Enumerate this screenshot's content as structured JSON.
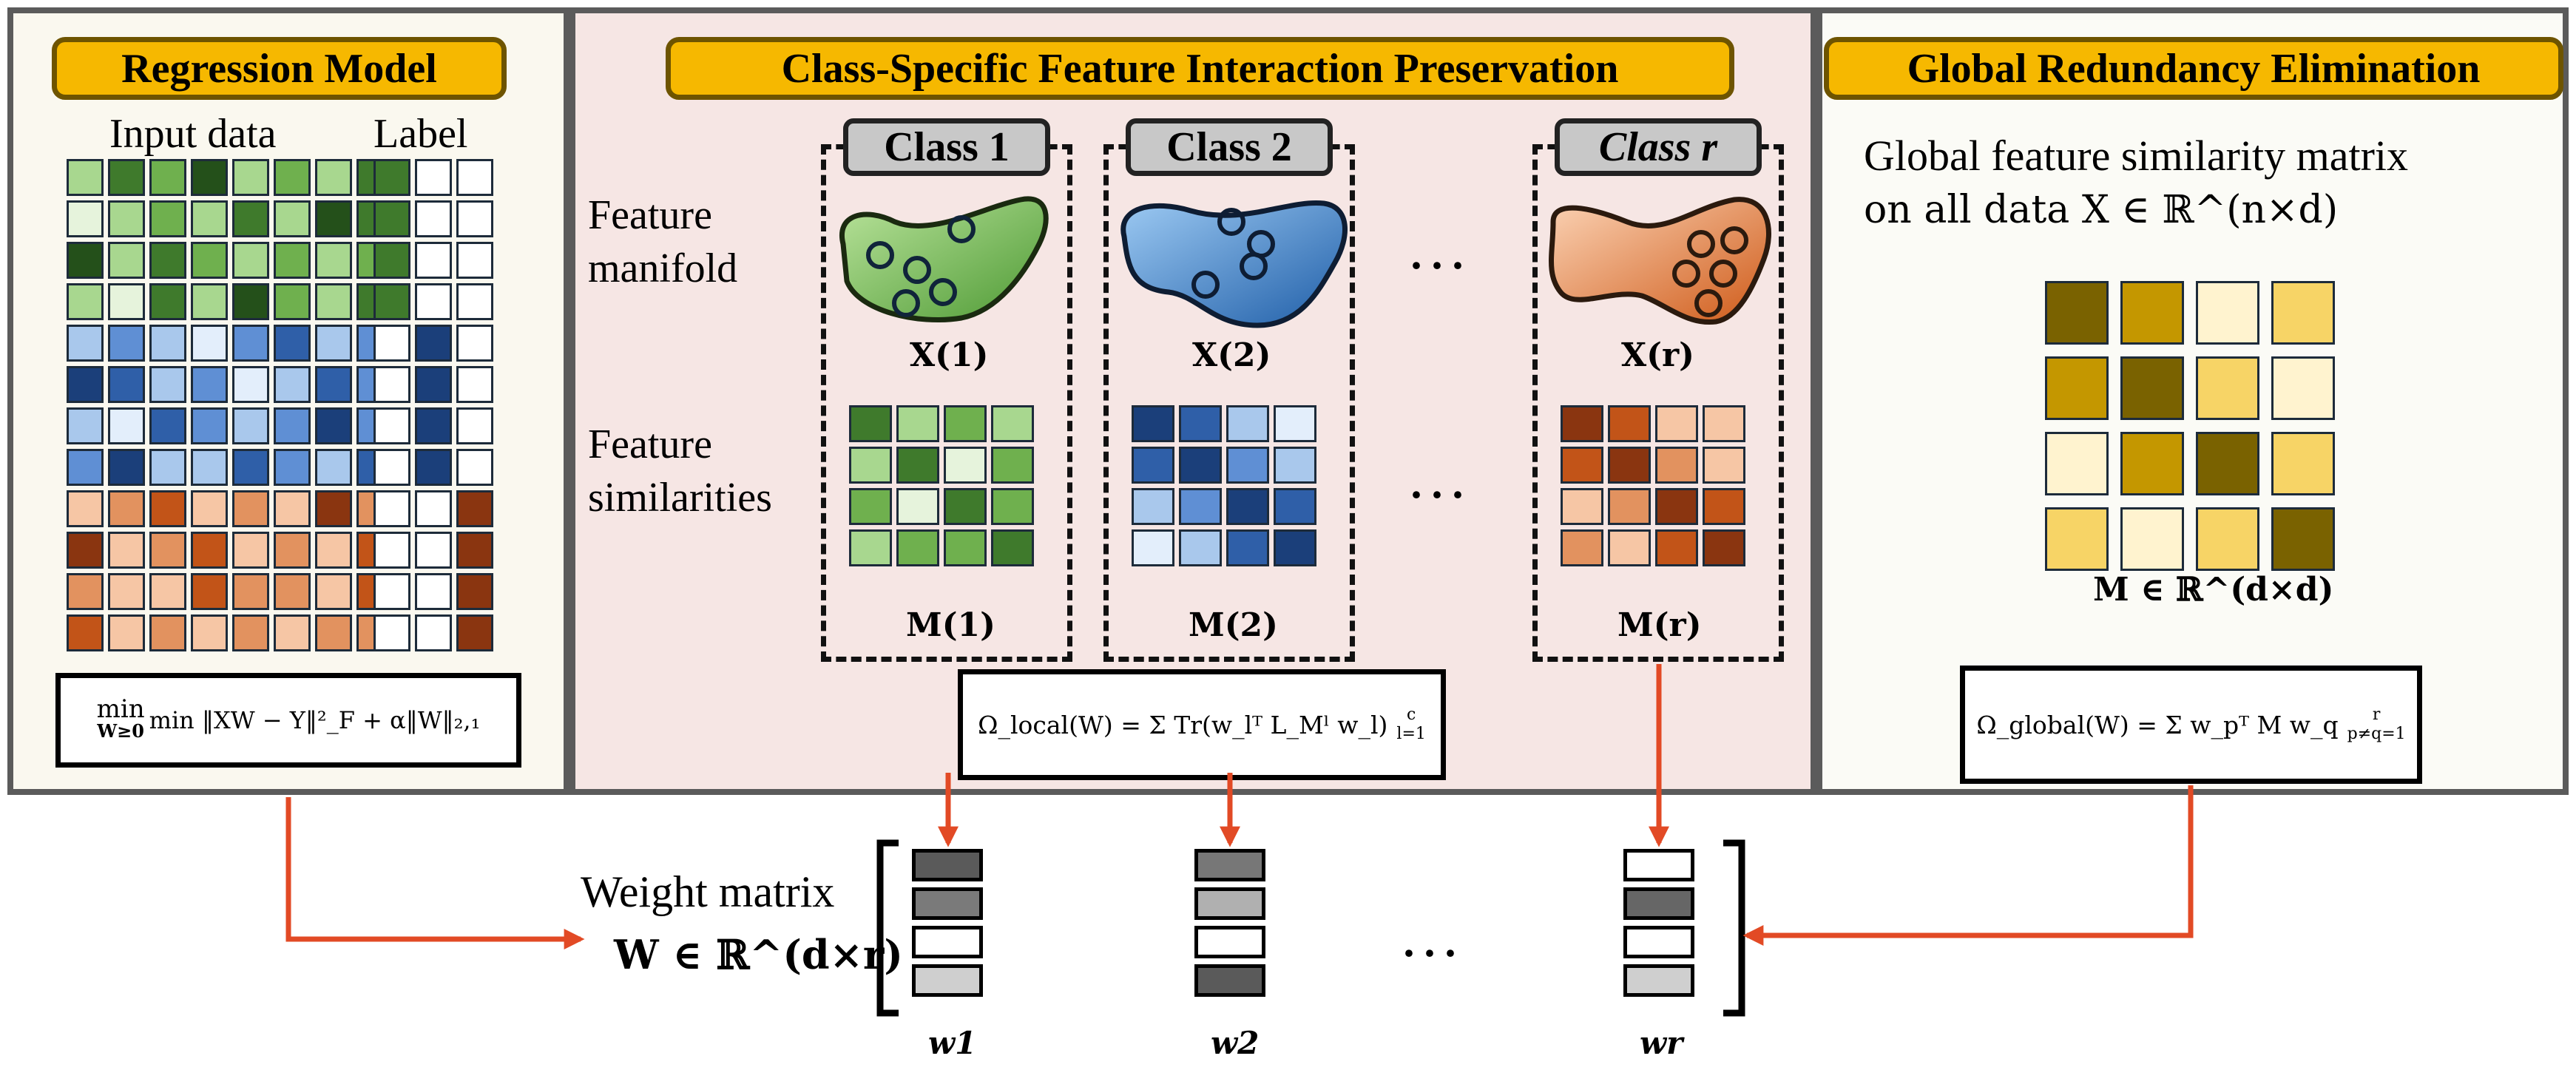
{
  "panels": {
    "regression": {
      "title": "Regression Model",
      "input_label": "Input data",
      "label_label": "Label",
      "formula": "min ‖XW − Y‖²_F + α‖W‖₂,₁",
      "formula_sub": "W≥0"
    },
    "class_specific": {
      "title": "Class-Specific Feature Interaction Preservation",
      "class_labels": [
        "Class 1",
        "Class 2",
        "Class r"
      ],
      "feature_manifold": [
        "Feature",
        "manifold"
      ],
      "feature_similarities": [
        "Feature",
        "similarities"
      ],
      "x_labels": [
        "X(1)",
        "X(2)",
        "X(r)"
      ],
      "m_labels": [
        "M(1)",
        "M(2)",
        "M(r)"
      ],
      "ellipsis": "···",
      "formula": "Ω_local(W) = Σ Tr(w_lᵀ L_Mˡ w_l)",
      "formula_sum_top": "c",
      "formula_sum_bottom": "l=1"
    },
    "global": {
      "title": "Global Redundancy Elimination",
      "desc_line1": "Global feature similarity matrix",
      "desc_line2": "on all data X ∈ ℝ^(n×d)",
      "m_label": "M ∈ ℝ^(d×d)",
      "formula": "Ω_global(W) = Σ w_pᵀ M w_q",
      "formula_sum_top": "r",
      "formula_sum_bottom": "p≠q=1"
    }
  },
  "weight": {
    "label_line1": "Weight matrix",
    "label_line2": "W ∈ ℝ^(d×r)",
    "vector_labels": [
      "w1",
      "w2",
      "wr"
    ],
    "ellipsis": "···"
  },
  "colors": {
    "panel_border": "#5b5b5b",
    "left_panel_bg": "#faf8ef",
    "middle_panel_bg": "#f6e6e4",
    "right_panel_bg": "#fbfbf6",
    "title_fill": "#f6b800",
    "arrow": "#e24a25",
    "green_blob": "#7fbf5a",
    "blue_blob": "#3f7ec5",
    "orange_blob": "#e07a3a"
  }
}
